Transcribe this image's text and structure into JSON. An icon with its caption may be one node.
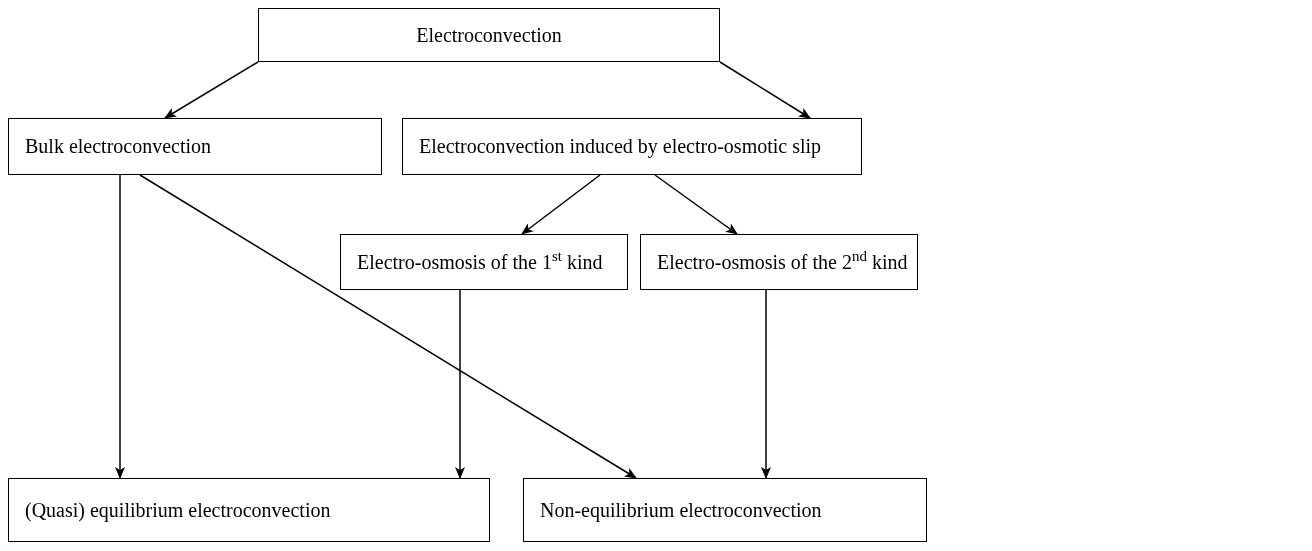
{
  "diagram": {
    "nodes": [
      {
        "text": [
          "Electroconvection"
        ]
      },
      {
        "text": [
          "Bulk electroconvection"
        ]
      },
      {
        "text": [
          "Electroconvection induced by electro-osmotic slip"
        ]
      },
      {
        "text": [
          "Electro-osmosis of the 1$^{st}$ kind"
        ]
      },
      {
        "text": [
          "Electro-osmosis of the 2$^{nd}$ kind"
        ]
      },
      {
        "text": [
          "(Quasi) equilibrium electroconvection"
        ]
      },
      {
        "text": [
          "Non-equilibrium electroconvection"
        ]
      }
    ],
    "edges": [
      {
        "from": 0,
        "to": 1,
        "arrow": "to"
      },
      {
        "from": 0,
        "to": 2,
        "arrow": "to"
      },
      {
        "from": 2,
        "to": 3,
        "arrow": "to"
      },
      {
        "from": 2,
        "to": 4,
        "arrow": "to"
      },
      {
        "from": 1,
        "to": 5,
        "arrow": "to"
      },
      {
        "from": 1,
        "to": 6,
        "arrow": "to"
      },
      {
        "from": 3,
        "to": 5,
        "arrow": "to"
      },
      {
        "from": 4,
        "to": 6,
        "arrow": "to"
      }
    ]
  }
}
